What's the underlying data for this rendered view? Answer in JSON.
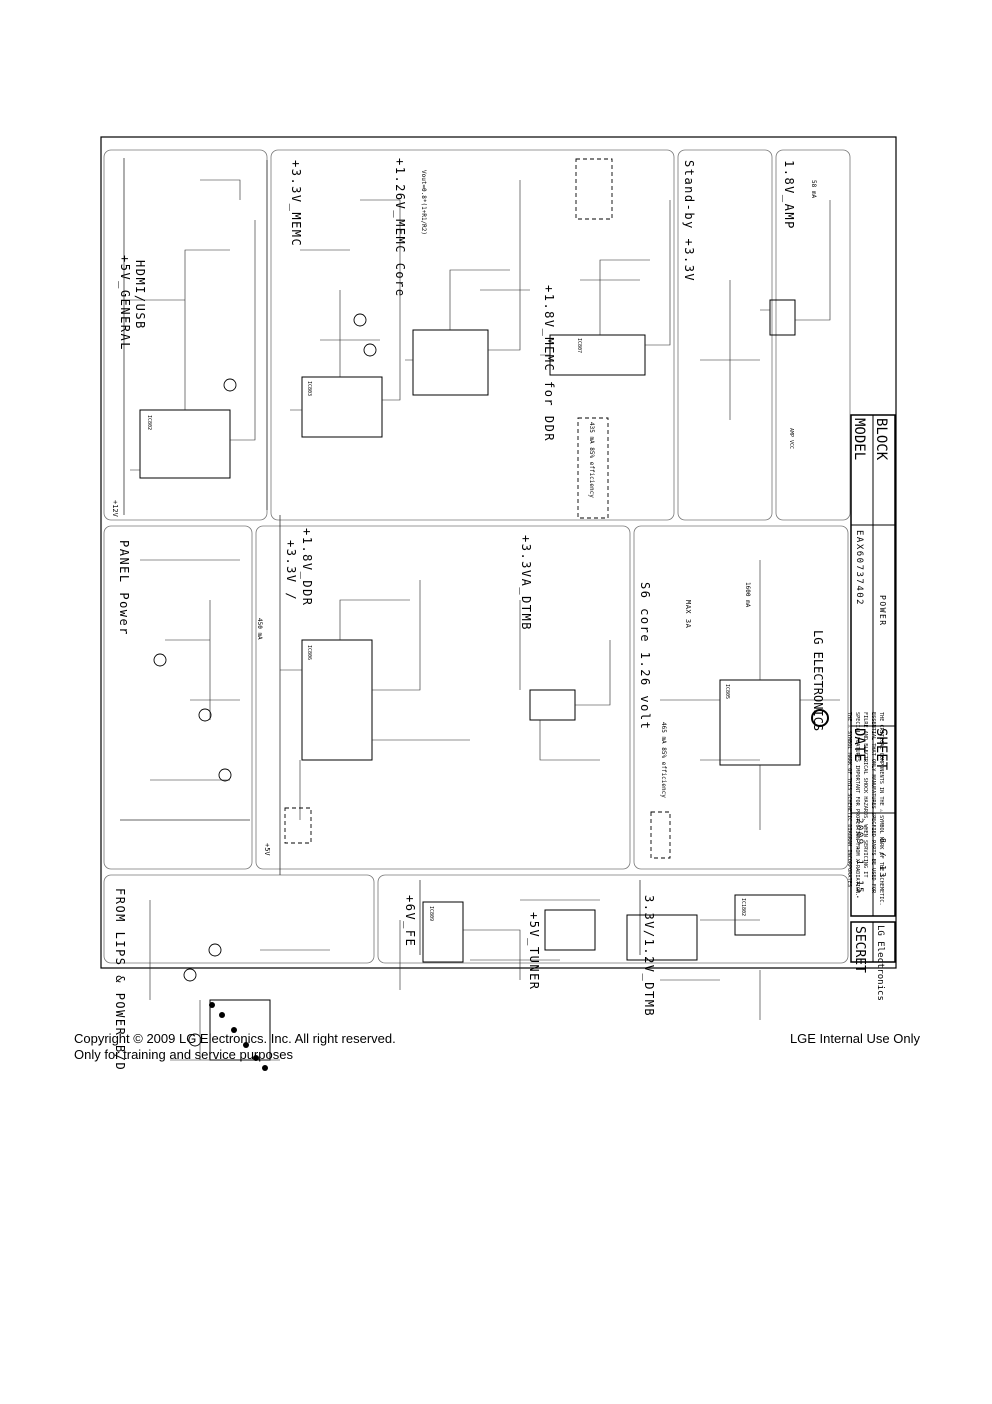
{
  "schematic": {
    "sections": {
      "five_v_general": {
        "title_line1": "+5V_GENERAL",
        "title_line2": "HDMI/USB"
      },
      "three_three_v_memc": {
        "title": "+3.3V_MEMC"
      },
      "one_two_six_v_memc": {
        "title": "+1.26V_MEMC Core",
        "note": "Vout=0.8*(1+R1/R2)"
      },
      "one_eight_v_memc": {
        "title": "+1.8V_MEMC for DDR",
        "efficiency": "435 mA 85% efficiency"
      },
      "standby": {
        "title": "Stand-by +3.3V"
      },
      "one_eight_v_amp": {
        "title": "1.8V_AMP",
        "current": "58 mA"
      },
      "panel_power": {
        "title": "PANEL Power"
      },
      "three_three_ddr": {
        "title_line1": "+3.3V /",
        "title_line2": "+1.8V_DDR",
        "current": "450 mA"
      },
      "three_three_va_dtmb": {
        "title": "+3.3VA_DTMB"
      },
      "s6_core": {
        "title": "S6 core 1.26 volt",
        "efficiency": "465 mA 85% efficiency",
        "current": "1600 mA",
        "max": "MAX 3A"
      },
      "lips": {
        "title": "FROM LIPS & POWER B/D"
      },
      "six_v_fe": {
        "title": "+6V_FE"
      },
      "five_v_tuner": {
        "title": "+5V_TUNER"
      },
      "dtmb": {
        "title": "3.3V/1.2V_DTMB"
      }
    },
    "rail_labels": {
      "plus_12v": "+12V",
      "plus_5v": "+5V",
      "amp_vcc": "AMP VCC"
    },
    "ic_labels": {
      "ic802": "IC802",
      "ic803": "IC803",
      "ic806": "IC806",
      "ic807": "IC807",
      "ic805": "IC805",
      "ic809": "IC809",
      "ic1802": "IC1802"
    },
    "title_block": {
      "model_label": "MODEL",
      "model_value": "EAX60737402",
      "date_label": "DATE",
      "date_value": "2009. 1. 15.",
      "block_label": "BLOCK",
      "block_value": "POWER",
      "sheet_label": "SHEET",
      "sheet_value": "8 / 13",
      "secret_label": "SECRET",
      "lg_small_logo": "LG Electronics",
      "lg_logo": "LG ELECTRONICS"
    },
    "notes": [
      "THE ⚠ SYMBOL MARK OF THIS SCHEMETIC DIAGRAM INCORPORATES",
      "SPECIAL FEATURES IMPORTANT FOR PROTECTION FROM X-RADIATION.",
      "FILRE AND ELECTRICAL SHOCK HAZARDS. WHEN SERVICING IT",
      "ESSENTIAL THAT ONLY MANUFATURES SPECFIED PARTS BE USED FOR",
      "THE CRITICAL COMPONENTS IN THE ⚠ SYMBOL MARK OF THE SCHEMETIC."
    ]
  },
  "footer": {
    "copyright_line1": "Copyright © 2009 LG Electronics. Inc. All right reserved.",
    "copyright_line2": "Only for training and service purposes",
    "internal_use": "LGE Internal Use Only"
  }
}
